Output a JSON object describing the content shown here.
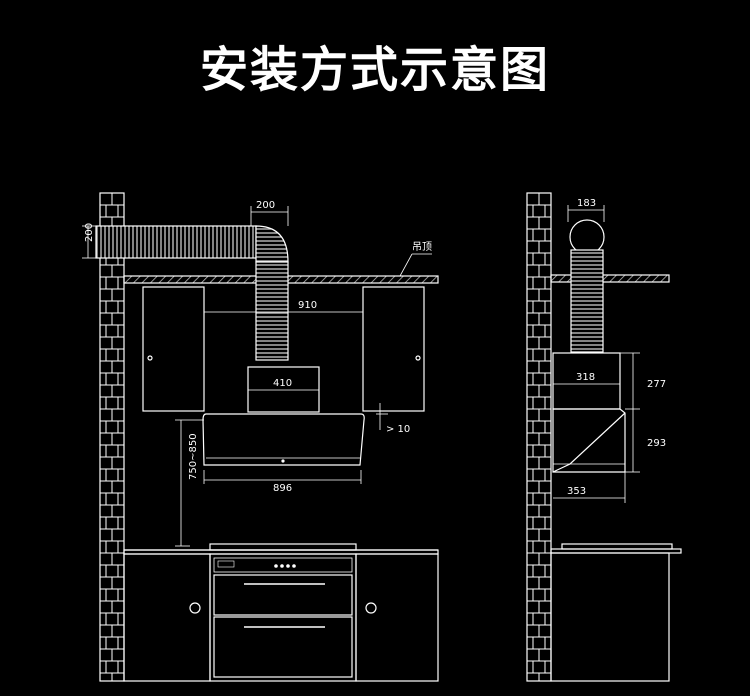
{
  "title": "安装方式示意图",
  "front_view": {
    "duct_width": "200",
    "duct_height": "200",
    "ceiling_label": "吊顶",
    "cabinet_gap": "910",
    "hood_top_width": "410",
    "hood_width": "896",
    "cabinet_clearance": "> 10",
    "mount_height": "750~850"
  },
  "side_view": {
    "duct_diameter": "183",
    "hood_top_depth": "318",
    "upper_height": "277",
    "lower_height": "293",
    "hood_depth": "353"
  }
}
